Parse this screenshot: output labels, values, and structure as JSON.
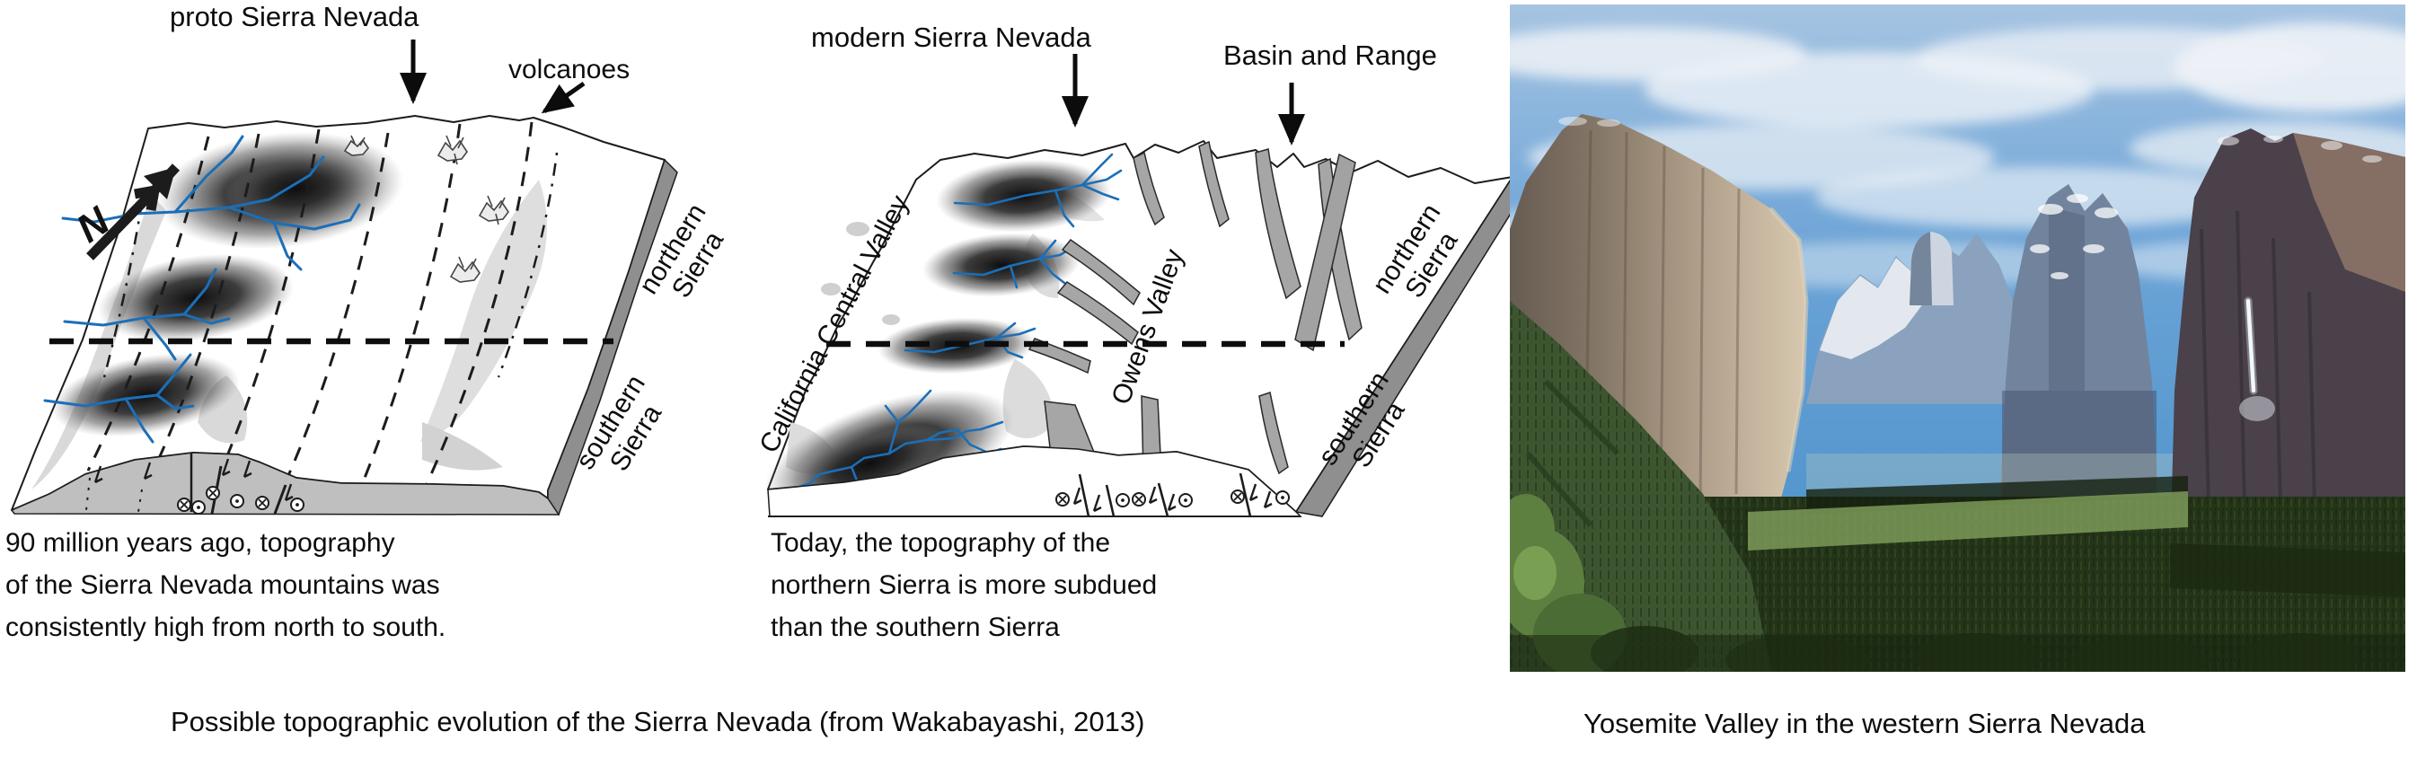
{
  "colors": {
    "river_blue": "#1b6fb8",
    "line_black": "#1c1c1c",
    "side_face_gray": "#8f8f8f",
    "front_face_gray": "#bfbfbf",
    "terrain_light_gray": "#d9d9d9",
    "photo_sky_blue": "#6ba3d6",
    "photo_forest_green": "#243419"
  },
  "panel_left": {
    "label_proto": "proto Sierra Nevada",
    "label_volcanoes": "volcanoes",
    "north_arrow": "N",
    "label_northern": "northern\nSierra",
    "label_southern": "southern\nSierra",
    "caption": "90 million years ago, topography\nof the Sierra Nevada mountains was\nconsistently high from north to south."
  },
  "panel_middle": {
    "label_modern": "modern Sierra Nevada",
    "label_basin_range": "Basin and Range",
    "label_central_valley": "California Central Valley",
    "label_owens_valley": "Owens Valley",
    "label_northern": "northern\nSierra",
    "label_southern": "southern\nSierra",
    "caption": "Today, the topography of the\nnorthern Sierra is more subdued\nthan the southern Sierra"
  },
  "figure_caption": "Possible topographic evolution of the Sierra Nevada (from Wakabayashi, 2013)",
  "photo": {
    "caption": "Yosemite Valley in the western Sierra Nevada"
  }
}
